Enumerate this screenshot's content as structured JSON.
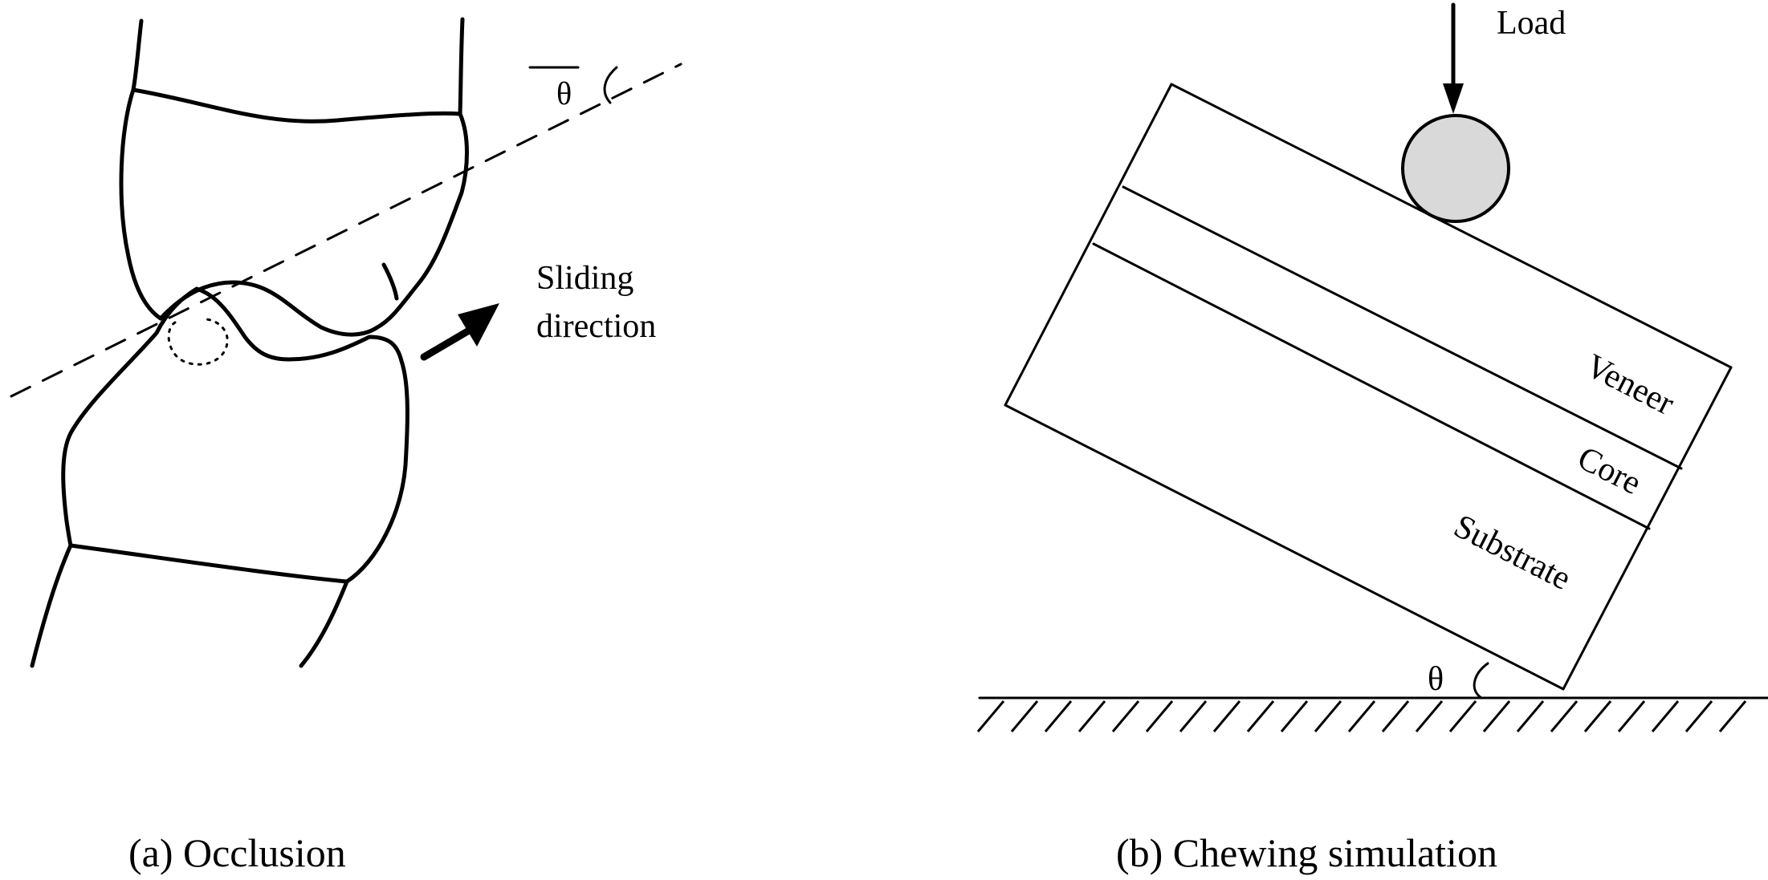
{
  "panel_a": {
    "caption": "(a) Occlusion",
    "angle_symbol": "θ",
    "arrow_label_line1": "Sliding",
    "arrow_label_line2": "direction"
  },
  "panel_b": {
    "caption": "(b) Chewing simulation",
    "load_label": "Load",
    "angle_symbol": "θ",
    "layers": [
      "Veneer",
      "Core",
      "Substrate"
    ],
    "colors": {
      "indenter_fill": "#d9d9d9",
      "line": "#000000"
    }
  }
}
